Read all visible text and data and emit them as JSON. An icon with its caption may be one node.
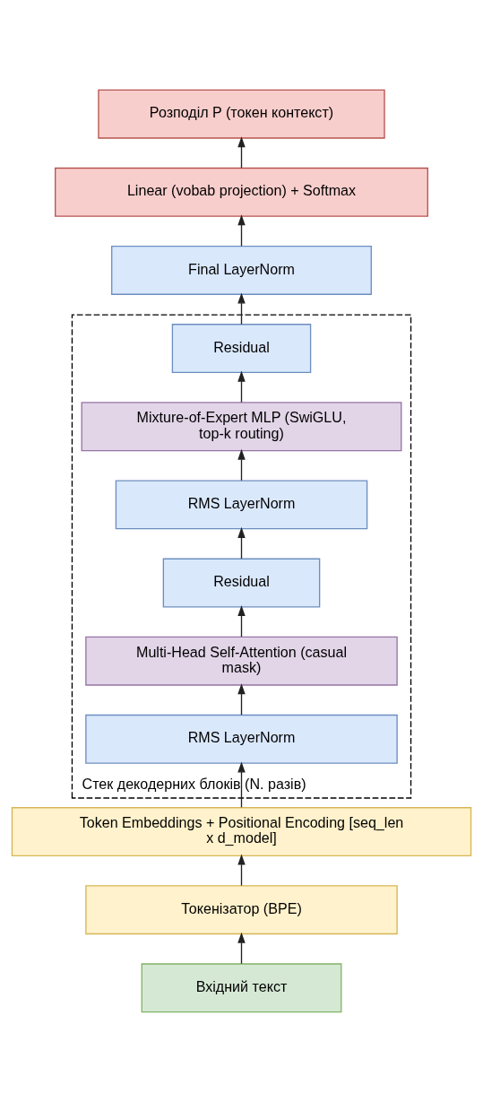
{
  "diagram": {
    "nodes": [
      {
        "text": [
          "Розподіл P (токен контекст)"
        ]
      },
      {
        "text": [
          "Linear (vobab projection) + Softmax"
        ]
      },
      {
        "text": [
          "Final LayerNorm"
        ]
      },
      {
        "text": [
          "Стек декодерних блоків (N. разів)"
        ]
      },
      {
        "text": [
          "Residual"
        ],
        "in": 3
      },
      {
        "text": [
          "Mixture-of-Expert MLP (SwiGLU, top-k routing)"
        ],
        "in": 3
      },
      {
        "text": [
          "RMS LayerNorm"
        ],
        "in": 3
      },
      {
        "text": [
          "Residual"
        ],
        "in": 3
      },
      {
        "text": [
          "Multi-Head Self-Attention (casual mask)"
        ],
        "in": 3
      },
      {
        "text": [
          "RMS LayerNorm"
        ],
        "in": 3
      },
      {
        "text": [
          "Token Embeddings + Positional Encoding [seq_len x d_model]"
        ]
      },
      {
        "text": [
          "Токенізатор (BPE)"
        ]
      },
      {
        "text": [
          "Вхідний текст"
        ]
      }
    ],
    "edges": [
      {
        "from": 12,
        "to": 11,
        "arrow": "to"
      },
      {
        "from": 11,
        "to": 10,
        "arrow": "to"
      },
      {
        "from": 10,
        "to": 9,
        "arrow": "to"
      },
      {
        "from": 9,
        "to": 8,
        "arrow": "to"
      },
      {
        "from": 8,
        "to": 7,
        "arrow": "to"
      },
      {
        "from": 7,
        "to": 6,
        "arrow": "to"
      },
      {
        "from": 6,
        "to": 5,
        "arrow": "to"
      },
      {
        "from": 5,
        "to": 4,
        "arrow": "to"
      },
      {
        "from": 4,
        "to": 2,
        "arrow": "to"
      },
      {
        "from": 2,
        "to": 1,
        "arrow": "to"
      },
      {
        "from": 1,
        "to": 0,
        "arrow": "to"
      }
    ]
  }
}
